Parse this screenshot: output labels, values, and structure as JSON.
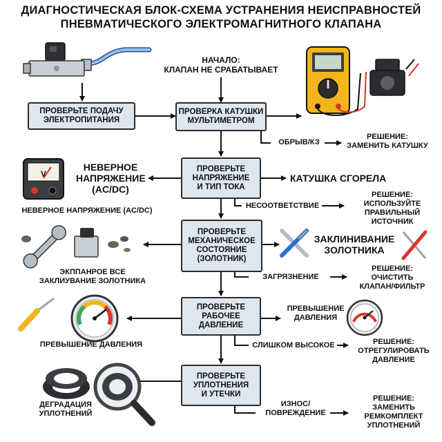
{
  "title": {
    "line1": "ДИАГНОСТИЧЕСКАЯ БЛОК-СХЕМА УСТРАНЕНИЯ НЕИСПРАВНОСТЕЙ",
    "line2": "ПНЕВМАТИЧЕСКОГО ЭЛЕКТРОМАГНИТНОГО КЛАПАНА"
  },
  "start": "НАЧАЛО:\nКЛАПАН НЕ СРАБАТЫВАЕТ",
  "boxes": {
    "power": "ПРОВЕРЬТЕ ПОДАЧУ\nЭЛЕКТРОПИТАНИЯ",
    "coil": "ПРОВЕРКА КАТУШКИ\nМУЛЬТИМЕТРОМ",
    "voltage": "ПРОВЕРЬТЕ\nНАПРЯЖЕНИЕ\nИ ТИП ТОКА",
    "mech": "ПРОВЕРЬТЕ\nМЕХАНИЧЕСКОЕ\nСОСТОЯНИЕ\n(ЗОЛОТНИК)",
    "pressure": "ПРОВЕРЬТЕ\nРАБОЧЕЕ\nДАВЛЕНИЕ",
    "seals": "ПРОВЕРЬТЕ\nУПЛОТНЕНИЯ\nИ УТЕЧКИ"
  },
  "branches": {
    "open_short": "ОБРЫВ/КЗ",
    "mismatch": "НЕСООТВЕТСТВИЕ",
    "contamination": "ЗАГРЯЗНЕНИЕ",
    "too_high": "СЛИШКОМ ВЫСОКОЕ",
    "wear": "ИЗНОС/\nПОВРЕЖДЕНИЕ"
  },
  "solutions": {
    "coil": "РЕШЕНИЕ:\nЗАМЕНИТЬ КАТУШКУ",
    "source": "РЕШЕНИЕ:\nИСПОЛЬЗУЙТЕ\nПРАВИЛЬНЫЙ ИСТОЧНИК",
    "clean": "РЕШЕНИЕ:\nОЧИСТИТЬ\nКЛАПАН/ФИЛЬТР",
    "adjust": "РЕШЕНИЕ:\nОТРЕГУЛИРОВАТЬ\nДАВЛЕНИЕ",
    "kit": "РЕШЕНИЕ:\nЗАМЕНИТЬ\nРЕМКОМПЛЕКТ\nУПЛОТНЕНИЙ"
  },
  "side_labels": {
    "wrong_voltage_big": "НЕВЕРНОЕ\nНАПРЯЖЕНИЕ\n(AC/DC)",
    "wrong_voltage_small": "НЕВЕРНОЕ НАПРЯЖЕНИЕ (AC/DC)",
    "coil_burned": "КАТУШКА СГОРЕЛА",
    "spool_jam_left": "ЭКППАНРОЕ ВСЕ\nЗАКЛИУВАНИЕ ЗОЛОТНИКА",
    "spool_jam_right": "ЗАКЛИНИВАНИЕ\nЗОЛОТНИКА",
    "overpressure_left": "ПРЕВЫШЕНИЕ ДАВЛЕНИЯ",
    "overpressure_right": "ПРЕВЫШЕНИЕ\nДАВЛЕНИЯ",
    "seal_degradation": "ДЕГРАДАЦИЯ\nУПЛОТНЕНИЙ"
  },
  "icons": {
    "valve": "solenoid-valve-icon",
    "multimeter": "multimeter-icon",
    "coil": "solenoid-coil-icon",
    "voltmeter": "voltmeter-icon",
    "tools": "wrench-screwdriver-icon",
    "gauge": "pressure-gauge-icon",
    "seals": "seal-rings-icon",
    "magnifier": "magnifier-icon"
  },
  "colors": {
    "box_fill": "#dfe7ee",
    "line": "#111111",
    "gauge_red": "#d9342b",
    "gauge_green": "#3aa655",
    "meter_yellow": "#f2b51b"
  }
}
